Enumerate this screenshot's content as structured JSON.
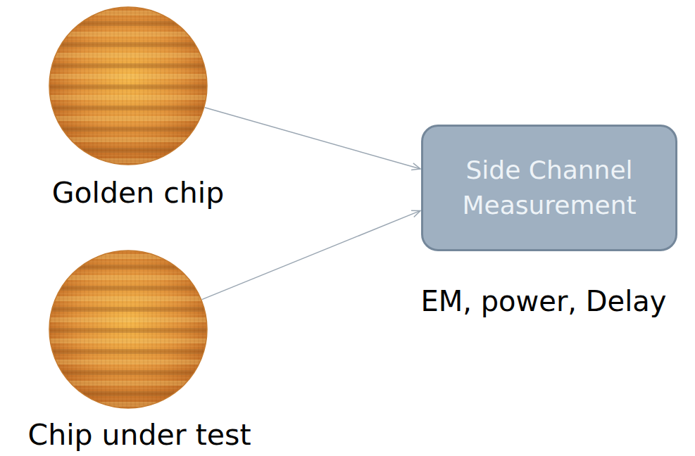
{
  "diagram": {
    "nodes": [
      {
        "text": [
          "Golden chip"
        ]
      },
      {
        "text": [
          "Chip under test"
        ]
      },
      {
        "text": [
          "Side Channel Measurement"
        ]
      }
    ],
    "edges": [
      {
        "from": 0,
        "to": 2,
        "arrow": "to"
      },
      {
        "from": 1,
        "to": 2,
        "arrow": "to"
      }
    ],
    "labels": [
      "EM, power, Delay"
    ]
  }
}
